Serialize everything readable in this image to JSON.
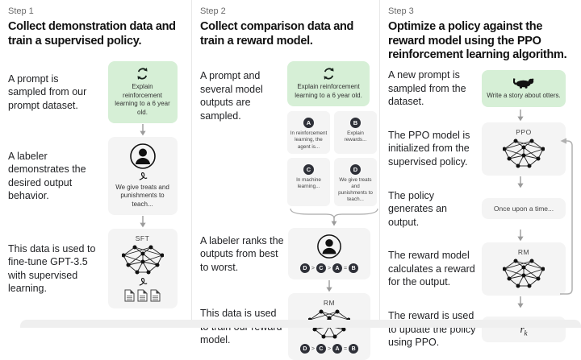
{
  "steps": [
    {
      "label": "Step 1",
      "heading": "Collect demonstration data and train a supervised policy.",
      "items": [
        {
          "text": "A prompt is sampled from our prompt dataset.",
          "box_caption": "Explain reinforcement learning to a 6 year old."
        },
        {
          "text": "A labeler demonstrates the desired output behavior.",
          "box_caption": "We give treats and punishments to teach..."
        },
        {
          "text": "This data is used to fine-tune GPT-3.5 with supervised learning.",
          "box_label": "SFT"
        }
      ]
    },
    {
      "label": "Step 2",
      "heading": "Collect comparison data and train a reward model.",
      "items": [
        {
          "text": "A prompt and several model outputs are sampled.",
          "box_caption": "Explain reinforcement learning to a 6 year old."
        },
        {
          "text": "A labeler ranks the outputs from best to worst."
        },
        {
          "text": "This data is used to train our reward model.",
          "box_label": "RM"
        }
      ],
      "samples": [
        {
          "letter": "A",
          "caption": "In reinforcement learning, the agent is..."
        },
        {
          "letter": "B",
          "caption": "Explain rewards..."
        },
        {
          "letter": "C",
          "caption": "In machine learning..."
        },
        {
          "letter": "D",
          "caption": "We give treats and punishments to teach..."
        }
      ],
      "ranking": {
        "letters": [
          "D",
          "C",
          "A",
          "B"
        ],
        "separators": [
          ">",
          ">",
          "="
        ]
      }
    },
    {
      "label": "Step 3",
      "heading": "Optimize a policy against the reward model using the PPO reinforcement learning algorithm.",
      "items": [
        {
          "text": "A new prompt is sampled from the dataset.",
          "box_caption": "Write a story about otters."
        },
        {
          "text": "The PPO model is initialized from the supervised policy.",
          "box_label": "PPO"
        },
        {
          "text": "The policy generates an output.",
          "box_caption": "Once upon a time..."
        },
        {
          "text": "The reward model calculates a reward for the output.",
          "box_label": "RM"
        },
        {
          "text": "The reward is used to update the policy using PPO.",
          "reward": {
            "var": "r",
            "sub": "k"
          }
        }
      ]
    }
  ],
  "icons": {
    "prompt_sampling": "cycle-arrows-icon",
    "labeler": "person-icon",
    "annotation": "pen-icon",
    "model": "neural-network-icon",
    "demonstrations": "document-stack-icon",
    "otter_prompt": "otter-icon",
    "flow": "arrow-down-icon",
    "merge": "brace-icon",
    "feedback": "feedback-loop-arrow-icon"
  },
  "colors": {
    "prompt_box_green": "#d6efd6",
    "box_grey": "#f4f4f4",
    "heading_text": "#111111",
    "body_text": "#1f2023",
    "muted_text": "#6b6b6b",
    "node_dark": "#2e3038"
  }
}
